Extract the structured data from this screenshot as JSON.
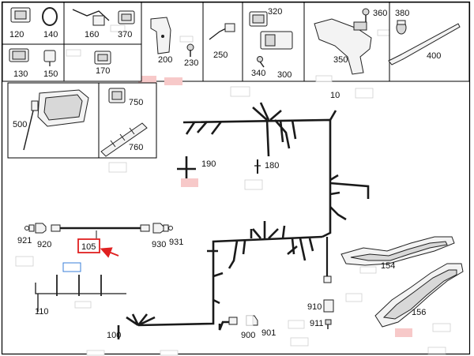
{
  "cells": [
    {
      "id": "c-120-140",
      "labels": [
        "120",
        "140"
      ]
    },
    {
      "id": "c-160-370",
      "labels": [
        "160",
        "370"
      ]
    },
    {
      "id": "c-200-230",
      "labels": [
        "200",
        "230"
      ]
    },
    {
      "id": "c-250",
      "labels": [
        "250"
      ]
    },
    {
      "id": "c-320-340-300",
      "labels": [
        "320",
        "340",
        "300"
      ]
    },
    {
      "id": "c-360-350",
      "labels": [
        "360",
        "350"
      ]
    },
    {
      "id": "c-380-400",
      "labels": [
        "380",
        "400"
      ]
    },
    {
      "id": "c-130-150",
      "labels": [
        "130",
        "150"
      ]
    },
    {
      "id": "c-170",
      "labels": [
        "170"
      ]
    },
    {
      "id": "c-500",
      "labels": [
        "500"
      ]
    },
    {
      "id": "c-750-760",
      "labels": [
        "750",
        "760"
      ]
    }
  ],
  "labels": {
    "l120": "120",
    "l140": "140",
    "l160": "160",
    "l370": "370",
    "l200": "200",
    "l230": "230",
    "l250": "250",
    "l320": "320",
    "l340": "340",
    "l300": "300",
    "l360": "360",
    "l350": "350",
    "l380": "380",
    "l400": "400",
    "l130": "130",
    "l150": "150",
    "l170": "170",
    "l500": "500",
    "l750": "750",
    "l760": "760",
    "l10": "10",
    "l190": "190",
    "l180": "180",
    "l921": "921",
    "l920": "920",
    "l930": "930",
    "l931": "931",
    "l105": "105",
    "l110": "110",
    "l154": "154",
    "l156": "156",
    "l910": "910",
    "l911": "911",
    "l100": "100",
    "l900": "900",
    "l901": "901"
  },
  "colors": {
    "highlight_box": "#e02020",
    "callout_arrow": "#e02020",
    "secondary_box": "#3a7fd8",
    "placeholder_tag": "#f7c9c9"
  },
  "highlighted_part": "105"
}
